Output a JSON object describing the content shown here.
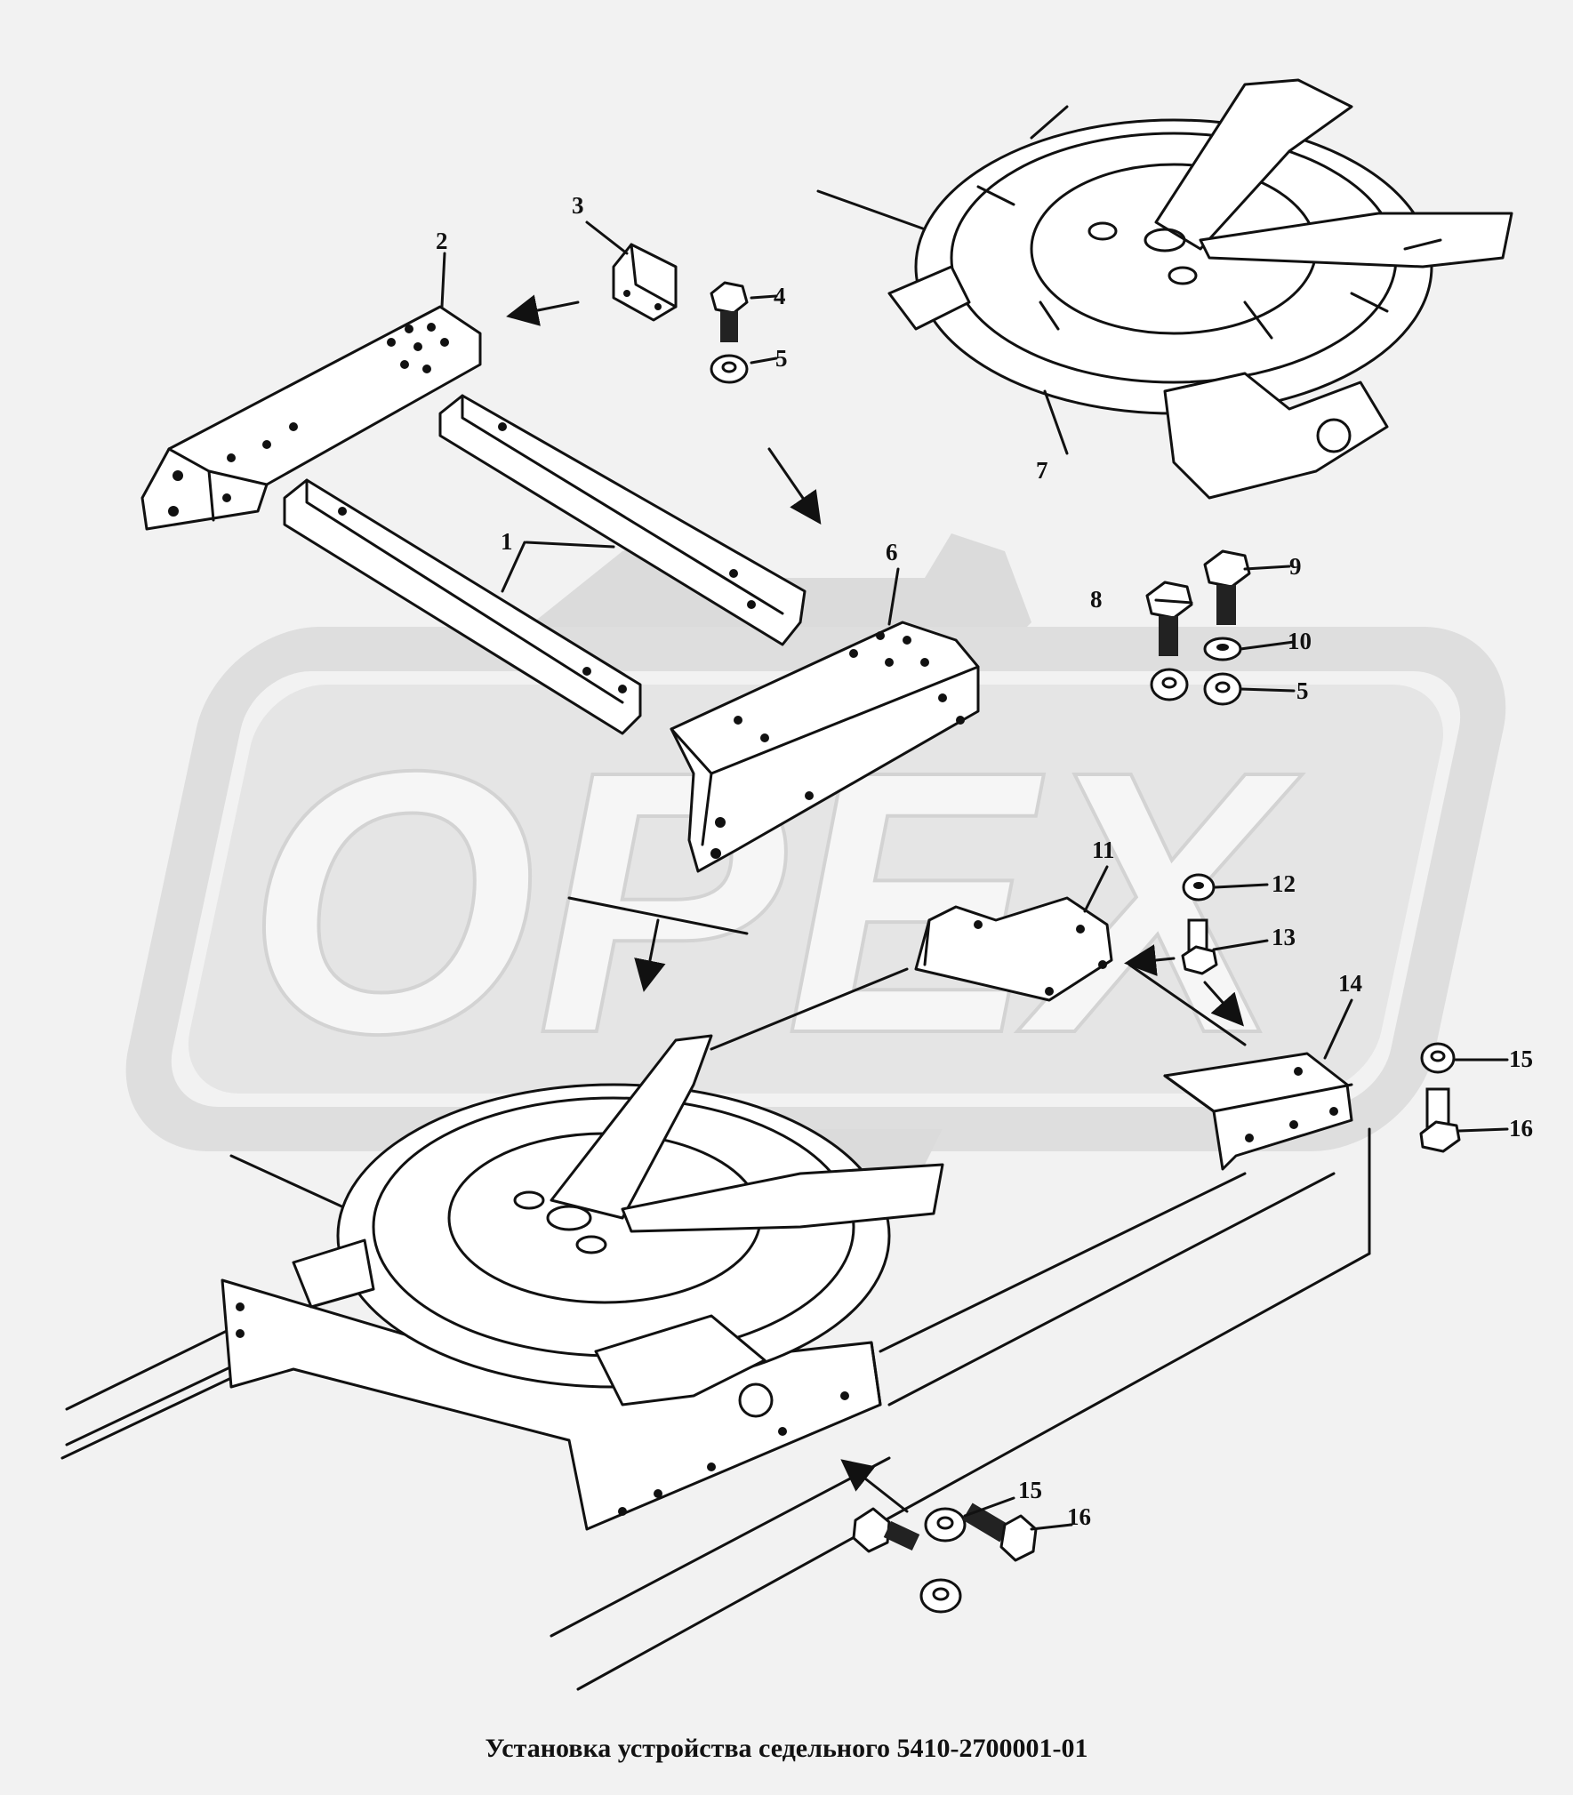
{
  "caption": "Установка устройства седельного  5410-2700001-01",
  "watermark": "OPEX",
  "callouts": [
    "1",
    "2",
    "3",
    "4",
    "5",
    "6",
    "7",
    "8",
    "9",
    "10",
    "5",
    "11",
    "12",
    "13",
    "14",
    "15",
    "16",
    "15",
    "16"
  ],
  "colors": {
    "background": "#f2f2f2",
    "line": "#111111",
    "watermark": "#d6d6d6"
  }
}
